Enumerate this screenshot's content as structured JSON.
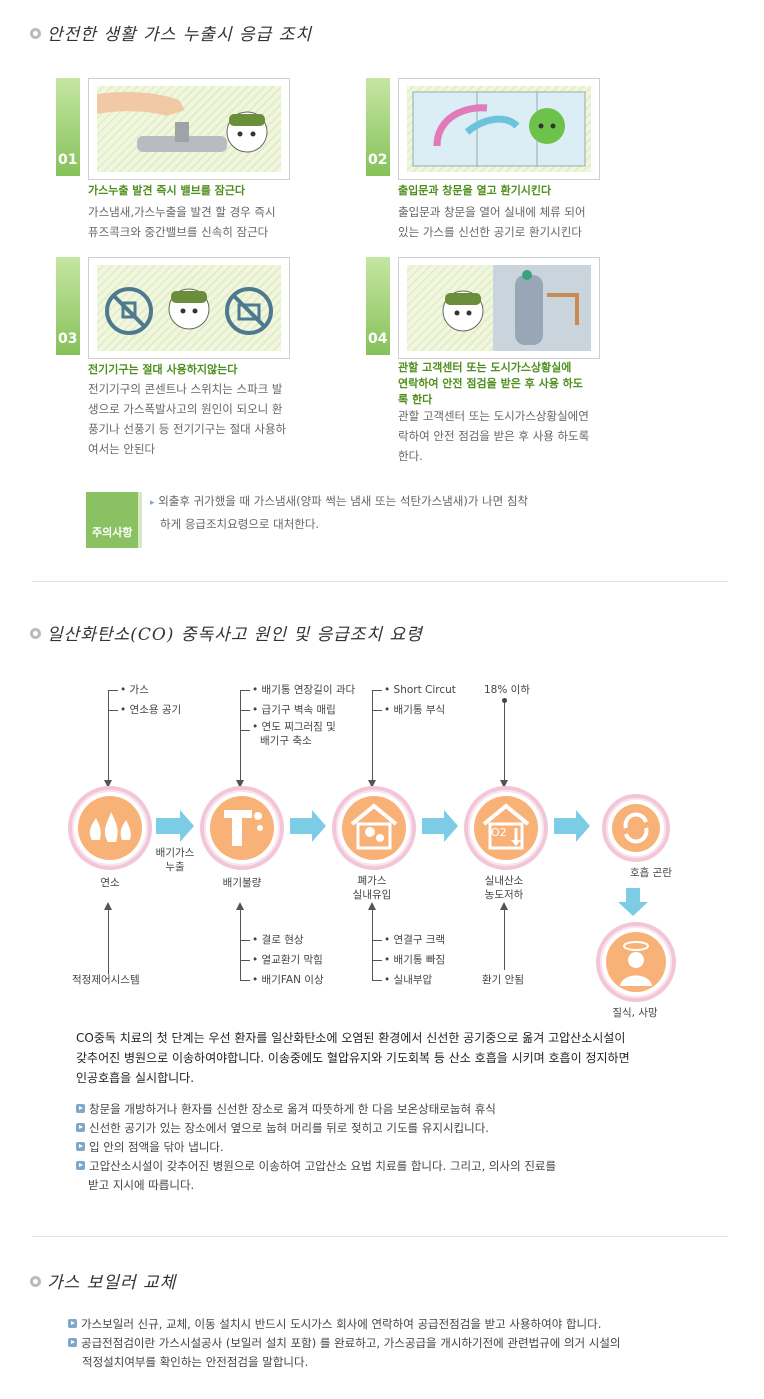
{
  "section1": {
    "title": "안전한 생활 가스 누출시 응급 조치",
    "steps": [
      {
        "num": "01",
        "head": "가스누출 발견 즉시 밸브를 잠근다",
        "body": [
          "가스냄새,가스누출을 발견 할 경우 즉시",
          "퓨즈콕크와 중간밸브를 신속히 잠근다"
        ]
      },
      {
        "num": "02",
        "head": "출입문과 창문을 열고 환기시킨다",
        "body": [
          "출입문과 창문을 열어 실내에 체류 되어",
          "있는 가스를 신선한 공기로 환기시킨다"
        ]
      },
      {
        "num": "03",
        "head": "전기기구는 절대 사용하지않는다",
        "body": [
          "전기기구의 콘센트나 스위치는 스파크 발",
          "생으로 가스폭발사고의 원인이 되오니 환",
          "풍기나 선풍기 등 전기기구는 절대 사용하",
          "여서는 안된다"
        ]
      },
      {
        "num": "04",
        "head": [
          "관할 고객센터 또는 도시가스상황실에",
          "연락하여 안전 점검을 받은 후 사용 하도",
          "록 한다"
        ],
        "body": [
          "관할 고객센터 또는 도시가스상황실에연",
          "락하여 안전 점검을 받은 후 사용 하도록",
          "한다."
        ]
      }
    ],
    "caution": {
      "badge": "주의사항",
      "text": [
        "외출후 귀가했을 때 가스냄새(양파 썩는 냄새 또는 석탄가스냄새)가 나면 침착",
        "하게 응급조치요령으로 대처한다."
      ]
    }
  },
  "section2": {
    "title": "일산화탄소(CO) 중독사고 원인 및 응급조치 요령",
    "diagram": {
      "nodes": [
        "연소",
        "배기불량",
        "폐가스\n실내유입",
        "실내산소\n농도저하",
        "호흡 곤란",
        "질식, 사망"
      ],
      "flow_label": "배기가스\n누출",
      "o2": "O2",
      "causes_top": [
        [
          "가스",
          "연소용 공기"
        ],
        [
          "배기통 연장길이 과다",
          "급기구 벽속 매립",
          "연도 찌그러짐 및\n배기구 축소"
        ],
        [
          "Short Circut",
          "배기통 부식"
        ],
        [
          "18% 이하"
        ]
      ],
      "causes_bottom": [
        [
          "적정제어시스템"
        ],
        [
          "결로 현상",
          "열교환기 막힘",
          "배기FAN 이상"
        ],
        [
          "연결구 크랙",
          "배기통 빠짐",
          "실내부압"
        ],
        [
          "환기 안됨"
        ]
      ]
    },
    "paragraph": [
      "CO중독 치료의 첫 단계는 우선 환자를 일산화탄소에 오염된 환경에서 신선한 공기중으로 옮겨 고압산소시설이",
      "갖추어진 병원으로 이송하여야합니다. 이송중에도 혈압유지와 기도회복 등 산소 호흡을 시키며 호흡이 정지하면",
      "인공호흡을 실시합니다."
    ],
    "bullets": [
      [
        "창문을 개방하거나 환자를 신선한 장소로 옮겨 따뜻하게 한 다음 보온상태로눕혀 휴식"
      ],
      [
        "신선한 공기가 있는 장소에서 옆으로 눕혀 머리를 뒤로 젖히고 기도를 유지시킵니다."
      ],
      [
        "입 안의 점액을 닦아 냅니다."
      ],
      [
        "고압산소시설이 갖추어진 병원으로 이송하여 고압산소 요법 치료를 합니다. 그리고, 의사의 진료를",
        "받고 지시에 따릅니다."
      ]
    ]
  },
  "section3": {
    "title": "가스 보일러 교체",
    "bullets": [
      [
        "가스보일러 신규, 교체, 이동 설치시 반드시 도시가스 회사에 연락하여 공급전점검을 받고 사용하여야 합니다."
      ],
      [
        "공급전점검이란 가스시설공사 (보일러 설치 포함) 를 완료하고, 가스공급을 개시하기전에 관련법규에 의거 시설의",
        "적정설치여부를 확인하는 안전점검을 말합니다."
      ]
    ]
  },
  "colors": {
    "green": "#4f8f1e",
    "tab": "#86c25a",
    "pink": "#f2c6d8",
    "orange": "#f8b277",
    "cyan": "#6ec3dc"
  }
}
